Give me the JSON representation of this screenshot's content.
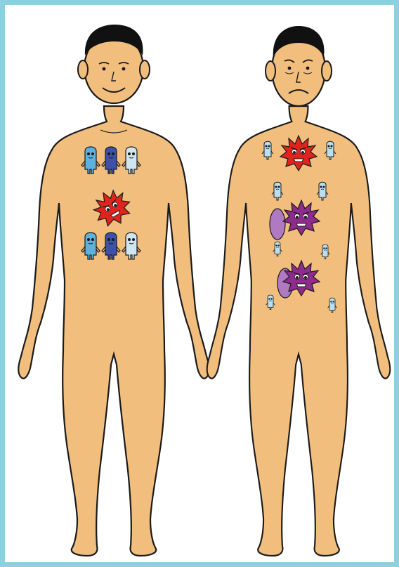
{
  "colors": {
    "background_border": "#8fd0e0",
    "panel": "#ffffff",
    "skin": "#f1be7e",
    "outline": "#1a1a1a",
    "hair": "#111111",
    "healthy_cell_light": "#cfe5ef",
    "healthy_cell_mid": "#5fb1dd",
    "healthy_cell_dark": "#3d51a8",
    "germ_red": "#e0241d",
    "germ_purple": "#8e2b8c",
    "shield_purple": "#b07ac2",
    "tired_cell": "#b9dff0"
  },
  "figures": {
    "left": {
      "mood": "smiling",
      "germs": 1,
      "cell_groups": 2
    },
    "right": {
      "mood": "sad",
      "germs": 3,
      "shields": 2
    }
  }
}
